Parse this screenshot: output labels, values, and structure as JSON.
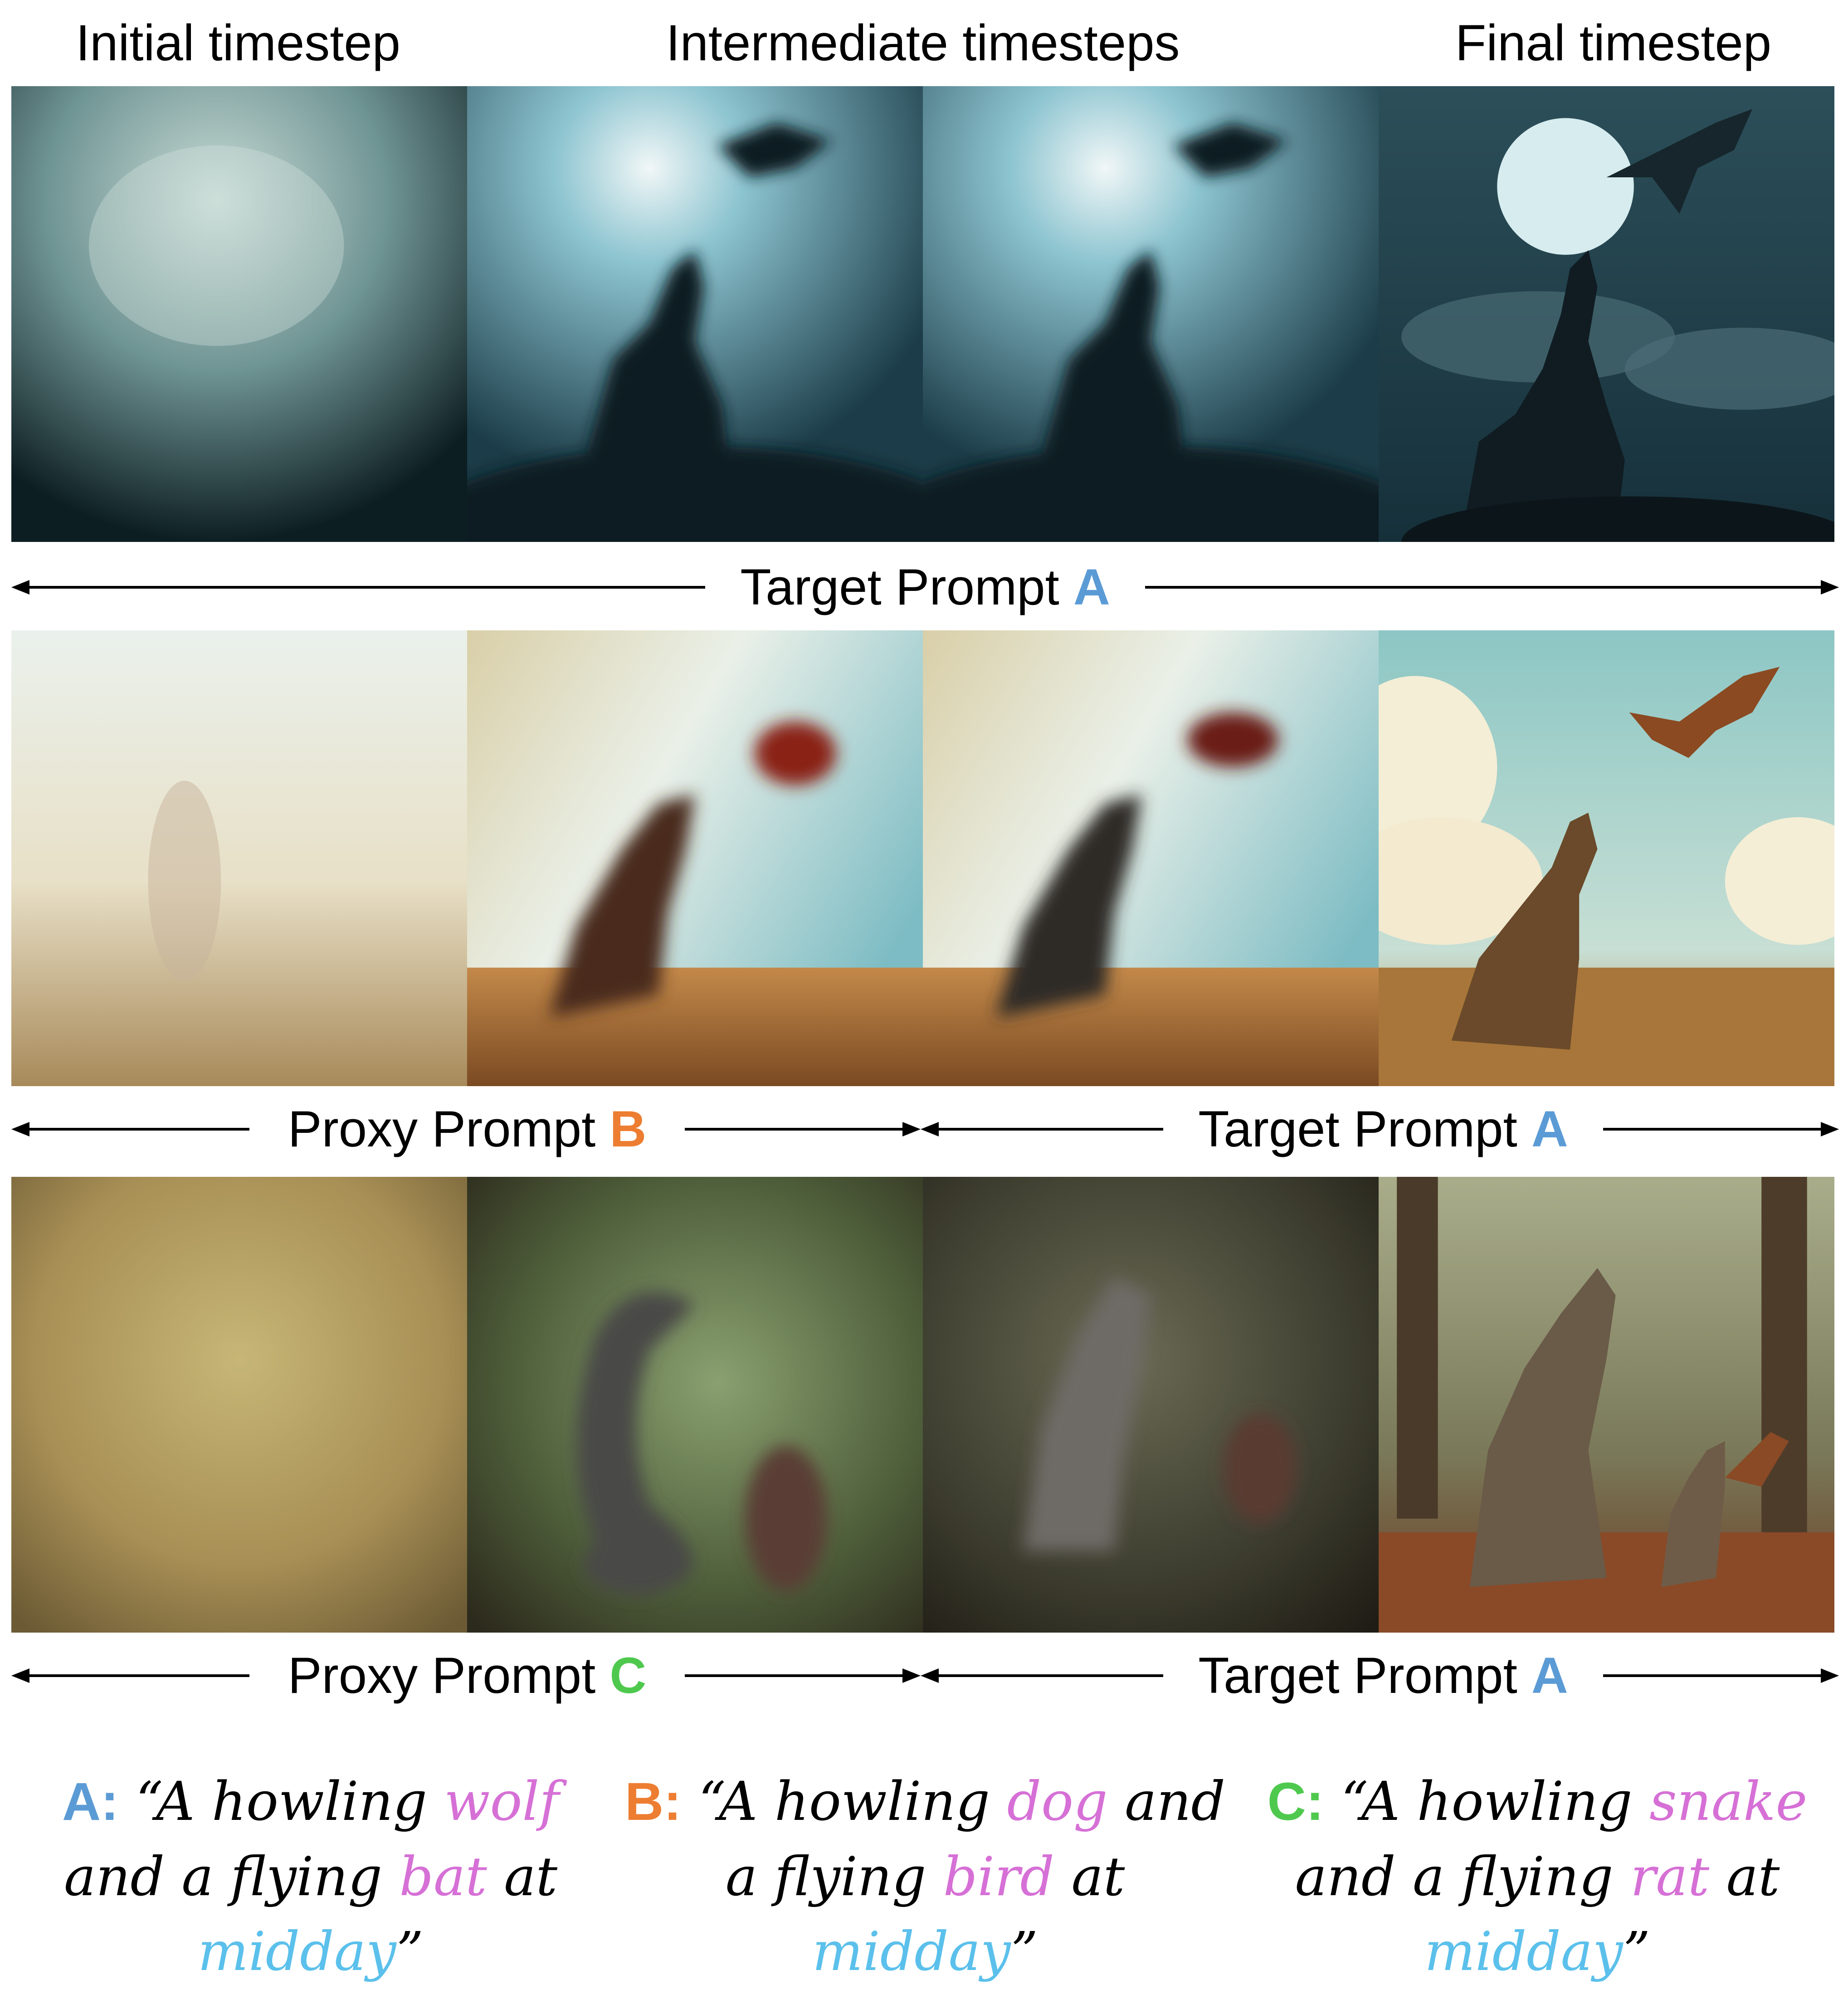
{
  "headers": {
    "initial": "Initial timestep",
    "intermediate": "Intermediate timesteps",
    "final": "Final timestep"
  },
  "rows": [
    {
      "images": [
        "moonlit-blur",
        "moonlit-wolf-blur",
        "moonlit-wolf-blur",
        "moonlit-wolf-bat-final"
      ],
      "segments": [
        {
          "label": "Target Prompt",
          "key": "A",
          "key_color": "#5b9bd5"
        }
      ]
    },
    {
      "images": [
        "day-haze-blur",
        "day-dog-bird-blur",
        "day-wolf-bird-blur",
        "day-wolf-bat-final"
      ],
      "segments": [
        {
          "label": "Proxy Prompt",
          "key": "B",
          "key_color": "#ed7d31"
        },
        {
          "label": "Target Prompt",
          "key": "A",
          "key_color": "#5b9bd5"
        }
      ]
    },
    {
      "images": [
        "forest-haze-blur",
        "forest-snake-rat-blur",
        "forest-wolf-blur",
        "forest-wolf-bat-final"
      ],
      "segments": [
        {
          "label": "Proxy Prompt",
          "key": "C",
          "key_color": "#4ec94e"
        },
        {
          "label": "Target Prompt",
          "key": "A",
          "key_color": "#5b9bd5"
        }
      ]
    }
  ],
  "captions": [
    {
      "key": "A:",
      "key_color": "#5b9bd5",
      "open": "“A howling ",
      "subject": "wolf",
      "mid": " and a flying ",
      "object": "bat",
      "at": " at ",
      "time": "midday",
      "close": "”"
    },
    {
      "key": "B:",
      "key_color": "#ed7d31",
      "open": "“A howling ",
      "subject": "dog",
      "mid": " and a flying ",
      "object": "bird",
      "at": " at ",
      "time": "midday",
      "close": "”"
    },
    {
      "key": "C:",
      "key_color": "#4ec94e",
      "open": "“A howling ",
      "subject": "snake",
      "mid": " and a flying ",
      "object": "rat",
      "at": " at ",
      "time": "midday",
      "close": "”"
    }
  ],
  "colors": {
    "highlight_noun": "#d670d6",
    "highlight_time": "#5bc0eb",
    "arrow": "#000000"
  }
}
